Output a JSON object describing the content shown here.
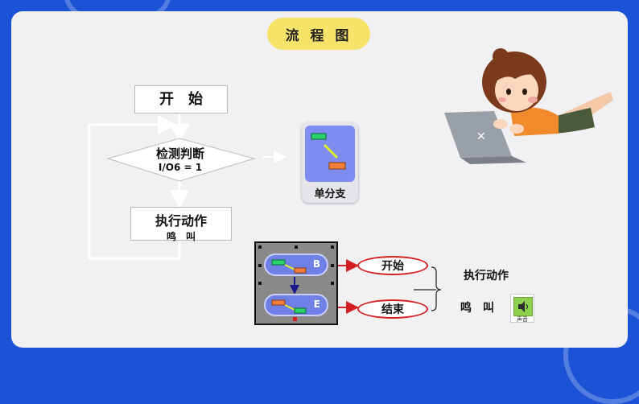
{
  "slide": {
    "title": "流 程 图"
  },
  "flowchart": {
    "start_label": "开　始",
    "decision_line1": "检测判断",
    "decision_line2": "I/O6 = 1",
    "action_line1": "执行动作",
    "action_line2": "鸣　叫"
  },
  "block_icon": {
    "label": "单分支"
  },
  "program_panel": {
    "begin_letter": "B",
    "end_letter": "E"
  },
  "annotations": {
    "start_oval": "开始",
    "end_oval": "结束",
    "action_text": "执行动作",
    "beep_text": "鸣　叫",
    "sound_caption": "声音"
  },
  "colors": {
    "background": "#1b52d6",
    "title_pill": "#f8e36a",
    "block_blue": "#7f8cf0",
    "oval_red": "#d42020",
    "sound_green": "#8fd14f"
  }
}
